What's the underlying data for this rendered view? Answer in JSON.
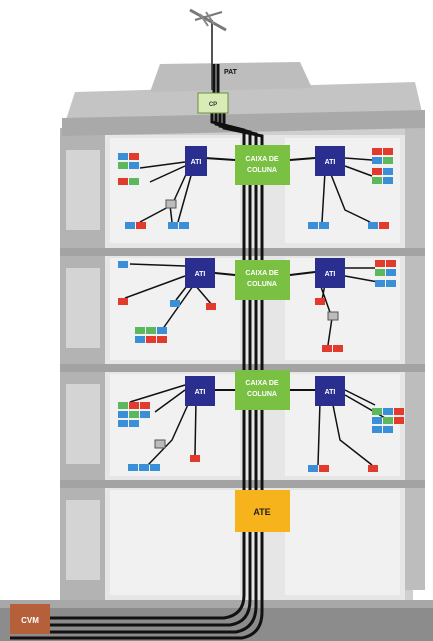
{
  "labels": {
    "pat": "PAT",
    "cp": "CP",
    "ati": "ATI",
    "caixa_line1": "CAIXA DE",
    "caixa_line2": "COLUNA",
    "ate": "ATE",
    "cvm": "CVM"
  },
  "colors": {
    "ati_box": "#2a2f8f",
    "caixa_box": "#7ac143",
    "ate_box": "#f6b31b",
    "cp_box": "#d9ecb8",
    "cvm_box": "#b5603a",
    "outlet_blue": "#3a8fd6",
    "outlet_red": "#e23b2e",
    "outlet_green": "#5cb85c",
    "cable": "#111111",
    "building_light": "#e4e4e4",
    "building_dark": "#b9b9b9"
  }
}
